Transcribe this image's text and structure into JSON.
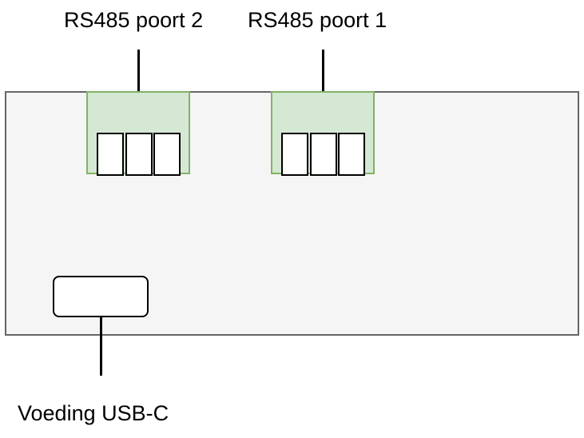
{
  "labels": {
    "port2": "RS485 poort 2",
    "port1": "RS485 poort 1",
    "power": "Voeding USB-C"
  },
  "colors": {
    "board_fill": "#f5f5f5",
    "board_stroke": "#666666",
    "connector_fill": "#d5e8d4",
    "connector_stroke": "#82b366",
    "pin_fill": "#ffffff",
    "pin_stroke": "#000000"
  }
}
